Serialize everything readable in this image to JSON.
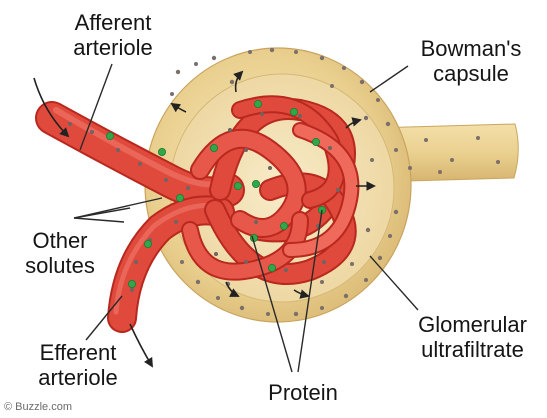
{
  "labels": {
    "afferent": [
      "Afferent",
      "arteriole"
    ],
    "bowman": [
      "Bowman's",
      "capsule"
    ],
    "solutes": [
      "Other",
      "solutes"
    ],
    "glomerular": [
      "Glomerular",
      "ultrafiltrate"
    ],
    "efferent": [
      "Efferent",
      "arteriole"
    ],
    "protein": "Protein"
  },
  "credit": "© Buzzle.com",
  "colors": {
    "capsule_outer": "#e8cc8c",
    "capsule_inner": "#f3e4b8",
    "vessel": "#e04a3c",
    "vessel_dark": "#b8281e",
    "vessel_light": "#f07a6a",
    "protein": "#2fa84a",
    "solute": "#7a6f6a",
    "leader_line": "#2a2a2a"
  },
  "icons": [
    "blood-flow-in-arrow",
    "blood-flow-out-arrow",
    "filtration-arrow"
  ]
}
